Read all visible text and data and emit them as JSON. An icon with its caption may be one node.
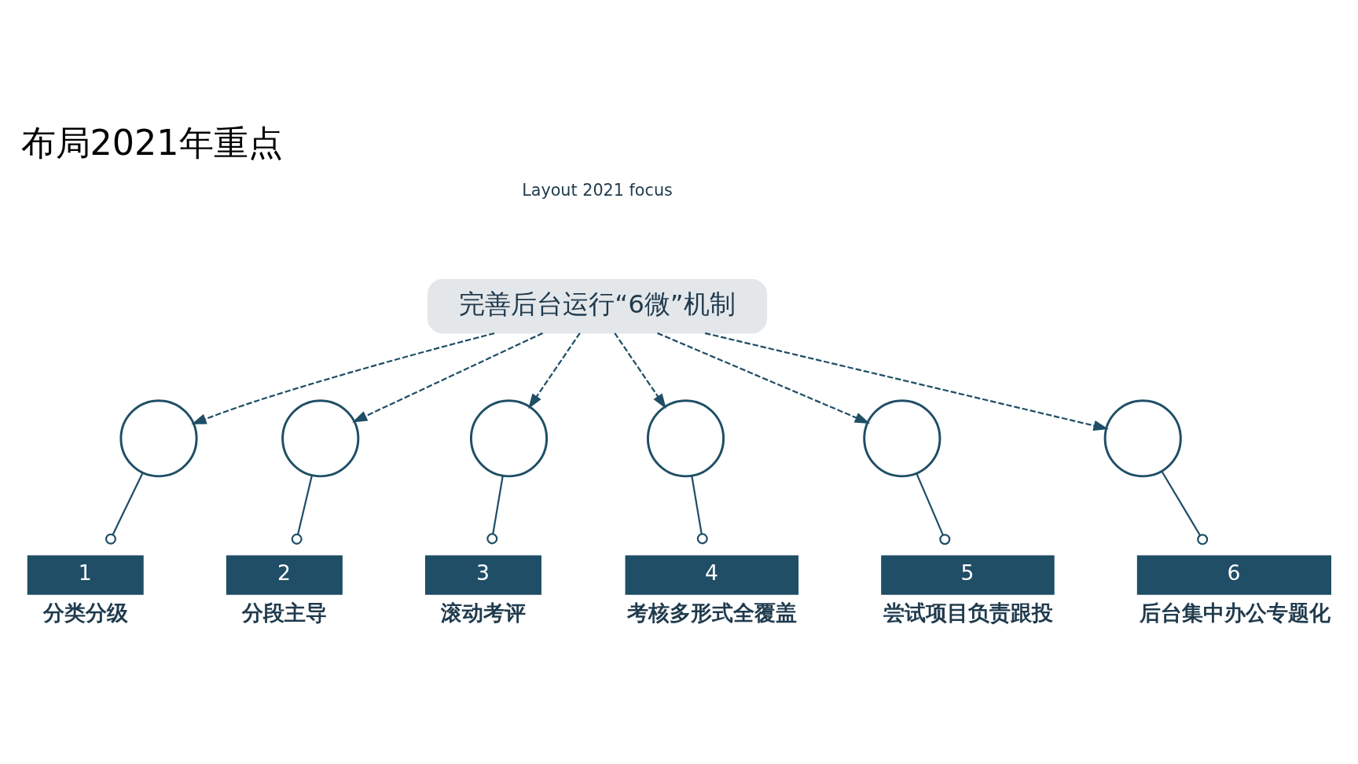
{
  "diagram": {
    "title": "布局2021年重点",
    "nodes": [
      {
        "text": [
          "完善后台运行“6微”机制"
        ]
      },
      {
        "text": [],
        "shape": "circle"
      },
      {
        "text": [],
        "shape": "circle"
      },
      {
        "text": [],
        "shape": "circle"
      },
      {
        "text": [],
        "shape": "circle"
      },
      {
        "text": [],
        "shape": "circle"
      },
      {
        "text": [],
        "shape": "circle"
      },
      {
        "text": [
          "1",
          "分类分级"
        ]
      },
      {
        "text": [
          "2",
          "分段主导"
        ]
      },
      {
        "text": [
          "3",
          "滚动考评"
        ]
      },
      {
        "text": [
          "4",
          "考核多形式全覆盖"
        ]
      },
      {
        "text": [
          "5",
          "尝试项目负责跟投"
        ]
      },
      {
        "text": [
          "6",
          "后台集中办公专题化"
        ]
      }
    ],
    "edges": [
      {
        "from": 0,
        "to": 1,
        "arrow": "to",
        "style": "dashed"
      },
      {
        "from": 0,
        "to": 2,
        "arrow": "to",
        "style": "dashed"
      },
      {
        "from": 0,
        "to": 3,
        "arrow": "to",
        "style": "dashed"
      },
      {
        "from": 0,
        "to": 4,
        "arrow": "to",
        "style": "dashed"
      },
      {
        "from": 0,
        "to": 5,
        "arrow": "to",
        "style": "dashed"
      },
      {
        "from": 0,
        "to": 6,
        "arrow": "to",
        "style": "dashed"
      },
      {
        "from": 1,
        "to": 7,
        "arrow": "other"
      },
      {
        "from": 2,
        "to": 8,
        "arrow": "other"
      },
      {
        "from": 3,
        "to": 9,
        "arrow": "other"
      },
      {
        "from": 4,
        "to": 10,
        "arrow": "other"
      },
      {
        "from": 5,
        "to": 11,
        "arrow": "other"
      },
      {
        "from": 6,
        "to": 12,
        "arrow": "other"
      }
    ],
    "labels": [
      "Layout 2021 focus"
    ]
  }
}
